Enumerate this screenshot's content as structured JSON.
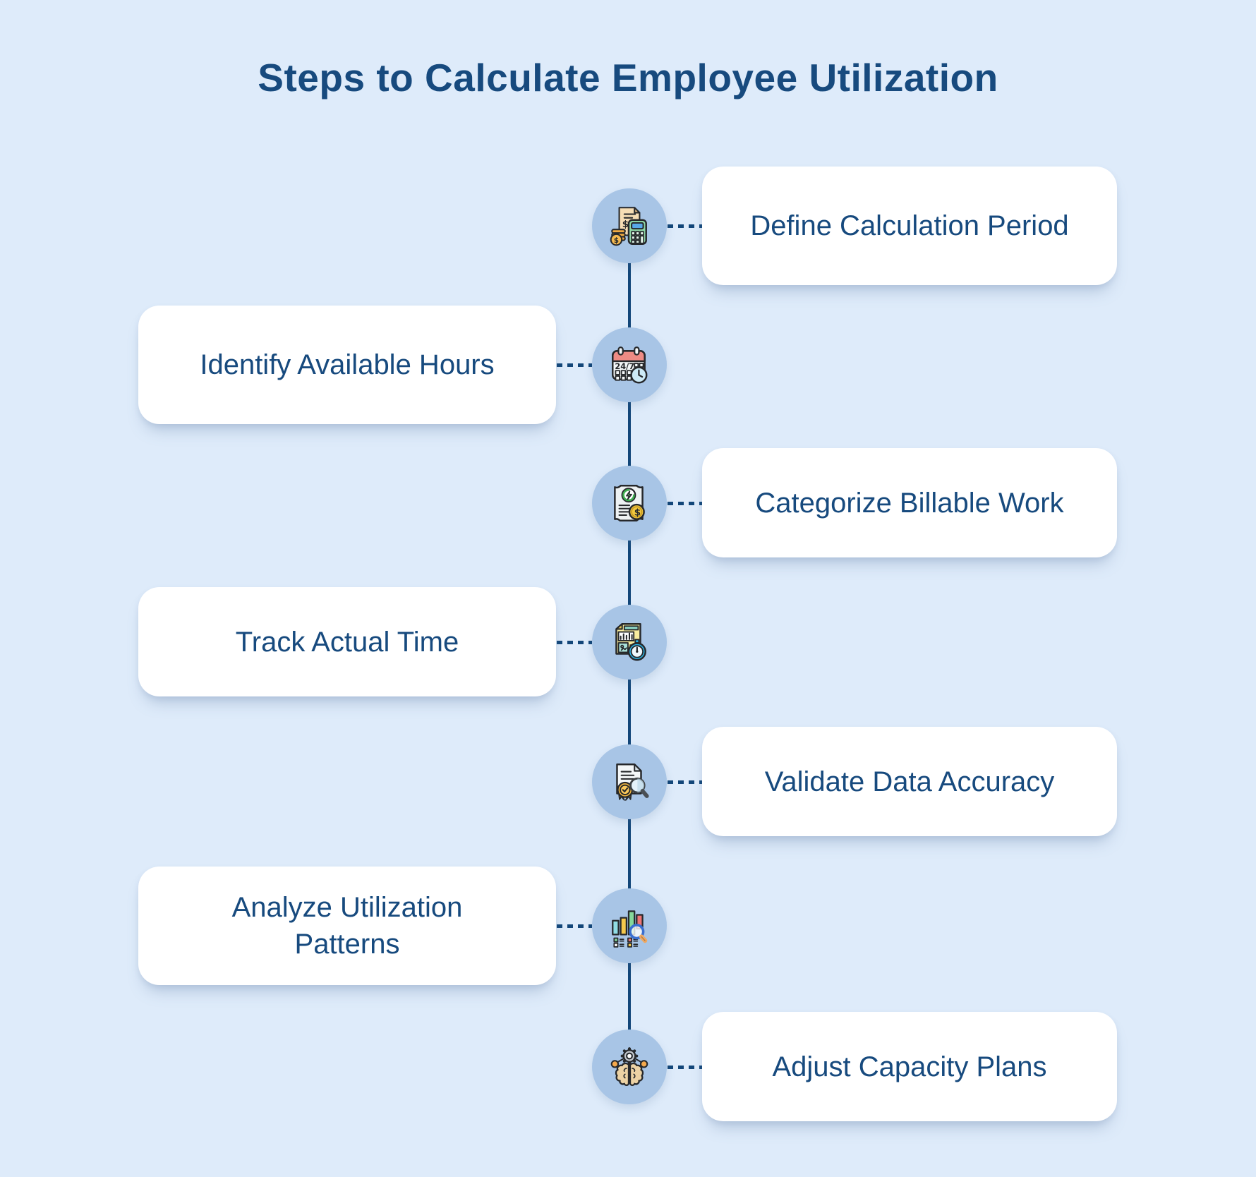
{
  "page": {
    "title": "Steps to Calculate Employee Utilization",
    "colors": {
      "background": "#deebfa",
      "circle": "#a8c5e6",
      "line": "#124679",
      "navy_text": "#174a7e",
      "card": "#ffffff"
    }
  },
  "steps": [
    {
      "label": "Define Calculation Period",
      "side": "right",
      "icon": "invoice-calculator-icon"
    },
    {
      "label": "Identify Available Hours",
      "side": "left",
      "icon": "calendar-24-7-clock-icon"
    },
    {
      "label": "Categorize Billable Work",
      "side": "right",
      "icon": "billable-receipt-dollar-icon"
    },
    {
      "label": "Track Actual Time",
      "side": "left",
      "icon": "time-report-stopwatch-icon"
    },
    {
      "label": "Validate Data Accuracy",
      "side": "right",
      "icon": "document-badge-magnifier-icon"
    },
    {
      "label": "Analyze Utilization Patterns",
      "side": "left",
      "icon": "bar-chart-magnifier-icon"
    },
    {
      "label": "Adjust Capacity Plans",
      "side": "right",
      "icon": "brain-gear-icon"
    }
  ]
}
